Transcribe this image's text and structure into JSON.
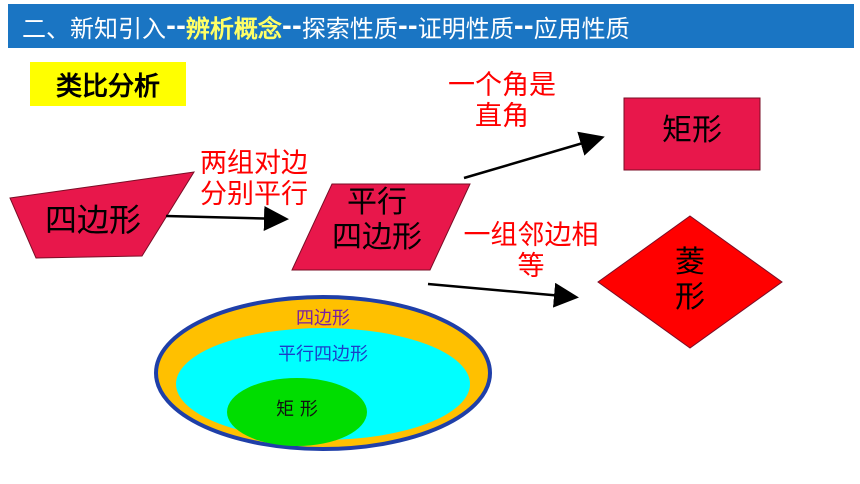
{
  "header": {
    "part1": "二、新知引入",
    "sep1": "--",
    "highlight": "辨析概念",
    "sep2": "--",
    "part3": "探索性质",
    "sep3": "--",
    "part4": "证明性质",
    "sep4": "--",
    "part5": "应用性质"
  },
  "tag": "类比分析",
  "shapes": {
    "quadrilateral": "四边形",
    "parallelogram_line1": "平行",
    "parallelogram_line2": "四边形",
    "rectangle": "矩形",
    "rhombus_line1": "菱",
    "rhombus_line2": "形"
  },
  "conditions": {
    "two_pairs_line1": "两组对边",
    "two_pairs_line2": "分别平行",
    "right_angle_line1": "一个角是",
    "right_angle_line2": "直角",
    "adjacent_line1": "一组邻边相",
    "adjacent_line2": "等"
  },
  "venn": {
    "outer": "四边形",
    "middle": "平行四边形",
    "inner": "矩 形"
  },
  "colors": {
    "header_bg": "#1a75c3",
    "highlight": "#ffff66",
    "tag_bg": "#ffff00",
    "shape_fill": "#e8174b",
    "rhombus_fill": "#ff0000",
    "condition_text": "#ff0000",
    "venn_outer": "#ffc000",
    "venn_middle": "#00ffff",
    "venn_inner": "#00dd00",
    "venn_border": "#1f3fa8"
  }
}
